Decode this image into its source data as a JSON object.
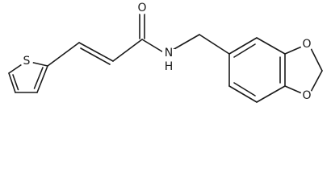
{
  "molecule": {
    "atom_labels": {
      "thiophene_sulfur": "S",
      "carbonyl_oxygen": "O",
      "amide_nitrogen": "N",
      "amide_hydrogen": "H",
      "dioxole_oxygen_top": "O",
      "dioxole_oxygen_bottom": "O"
    }
  },
  "colors": {
    "bond": "#1a1a1a",
    "background": "#ffffff"
  }
}
